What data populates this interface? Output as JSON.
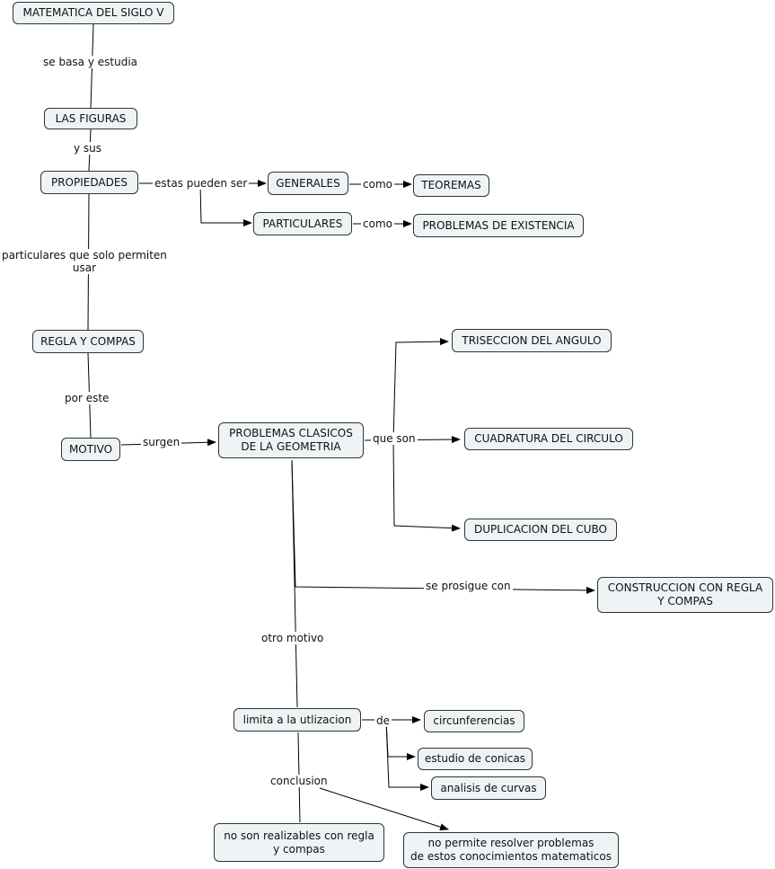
{
  "nodes": {
    "matematica": "MATEMATICA DEL SIGLO V",
    "figuras": "LAS FIGURAS",
    "propiedades": "PROPIEDADES",
    "generales": "GENERALES",
    "teoremas": "TEOREMAS",
    "particulares": "PARTICULARES",
    "existencia": "PROBLEMAS DE EXISTENCIA",
    "regla": "REGLA Y COMPAS",
    "motivo": "MOTIVO",
    "clasicos": "PROBLEMAS CLASICOS\nDE LA GEOMETRIA",
    "triseccion": "TRISECCION DEL ANGULO",
    "cuadratura": "CUADRATURA DEL CIRCULO",
    "duplicacion": "DUPLICACION DEL CUBO",
    "construccion": "CONSTRUCCION CON REGLA\nY COMPAS",
    "limita": "limita a la utlizacion",
    "circunferencias": "circunferencias",
    "conicas": "estudio de conicas",
    "curvas": "analisis de curvas",
    "no_realizables": "no son realizables con regla\ny compas",
    "no_permite": "no permite resolver problemas\nde estos conocimientos matematicos"
  },
  "links": {
    "se_basa": "se basa y estudia",
    "y_sus": "y sus",
    "estas_pueden": "estas pueden ser",
    "como1": "como",
    "como2": "como",
    "particulares_solo": "particulares  que solo permiten\nusar",
    "por_este": "por este",
    "surgen": "surgen",
    "que_son": "que son",
    "se_prosigue": "se prosigue con",
    "otro_motivo": "otro motivo",
    "de": "de",
    "conclusion": "conclusion"
  }
}
